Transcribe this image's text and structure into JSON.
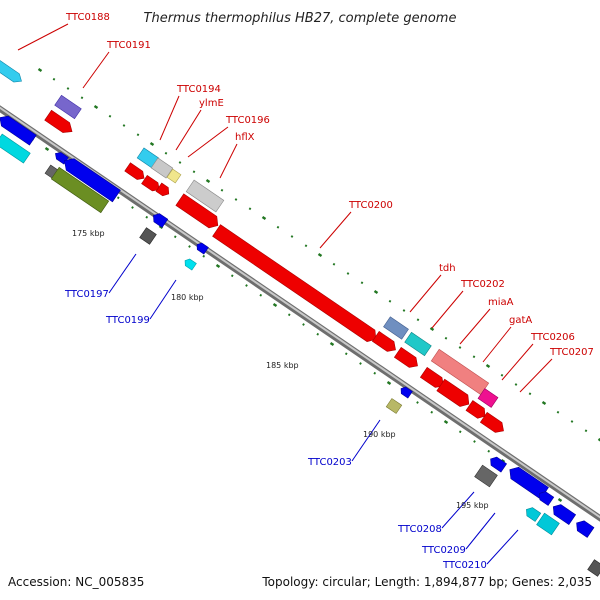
{
  "title": "Thermus thermophilus HB27, complete genome",
  "footer": {
    "accession": "Accession: NC_005835",
    "summary": "Topology: circular; Length: 1,894,877 bp; Genes: 2,035"
  },
  "colors": {
    "forward_label": "#cc0000",
    "reverse_label": "#0000cc",
    "backbone": "#8c8c8c",
    "tick": "#227722"
  },
  "ticks": [
    "175 kbp",
    "180 kbp",
    "185 kbp",
    "190 kbp",
    "195 kbp"
  ],
  "genes_forward": [
    "TTC0188",
    "TTC0191",
    "TTC0194",
    "ylmE",
    "TTC0196",
    "hflX",
    "TTC0200",
    "tdh",
    "TTC0202",
    "miaA",
    "gatA",
    "TTC0206",
    "TTC0207"
  ],
  "genes_reverse": [
    "TTC0197",
    "TTC0199",
    "TTC0203",
    "TTC0208",
    "TTC0209",
    "TTC0210"
  ]
}
